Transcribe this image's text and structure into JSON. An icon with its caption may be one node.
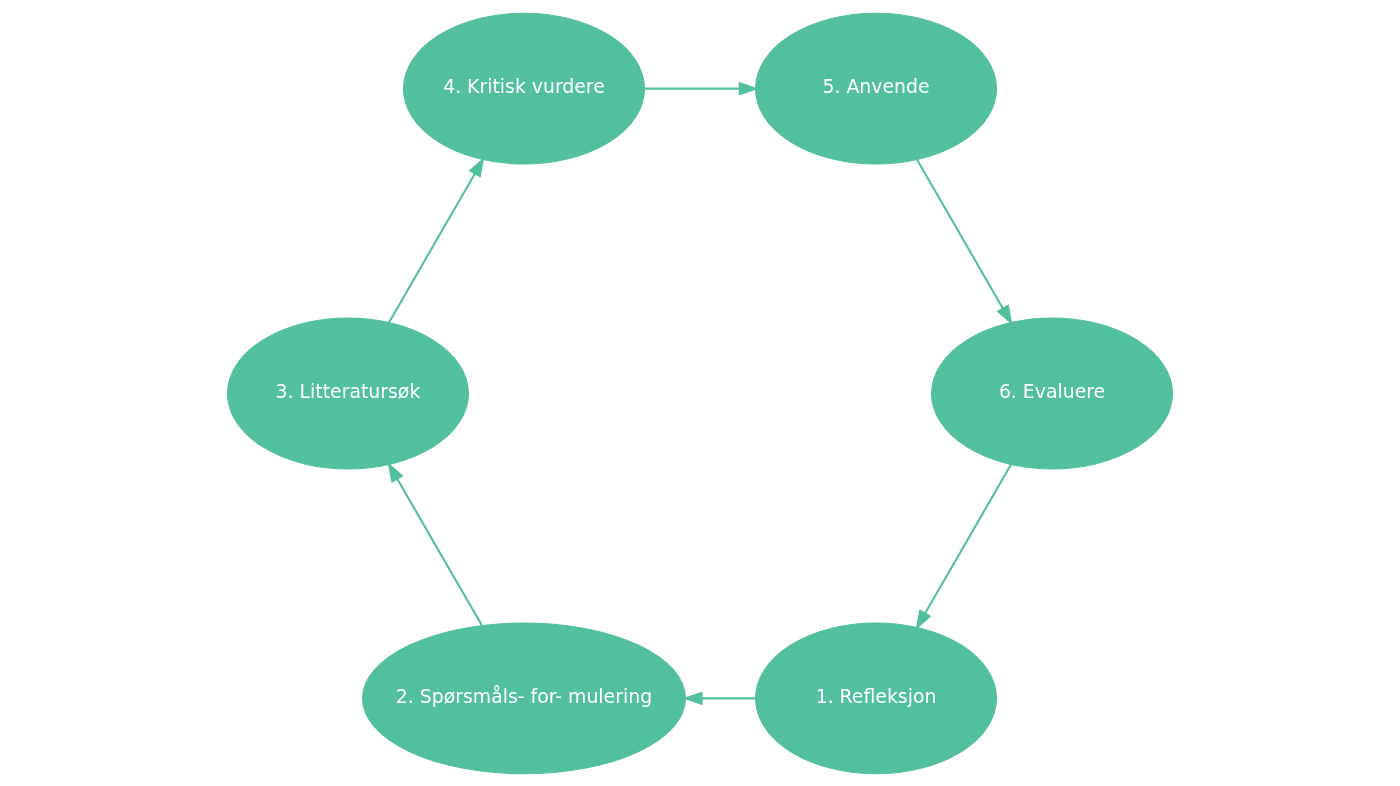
{
  "diagram": {
    "nodes": [
      {
        "text": [
          "1. Refleksjon"
        ]
      },
      {
        "text": [
          "2. Spørsmåls- for- mulering"
        ]
      },
      {
        "text": [
          "3. Litteratursøk"
        ]
      },
      {
        "text": [
          "4. Kritisk vurdere"
        ]
      },
      {
        "text": [
          "5. Anvende"
        ]
      },
      {
        "text": [
          "6. Evaluere"
        ]
      }
    ],
    "edges": [
      {
        "from": 0,
        "to": 1,
        "arrow": "to"
      },
      {
        "from": 1,
        "to": 2,
        "arrow": "to"
      },
      {
        "from": 2,
        "to": 3,
        "arrow": "to"
      },
      {
        "from": 3,
        "to": 4,
        "arrow": "to"
      },
      {
        "from": 4,
        "to": 5,
        "arrow": "to"
      },
      {
        "from": 5,
        "to": 0,
        "arrow": "to"
      }
    ]
  }
}
